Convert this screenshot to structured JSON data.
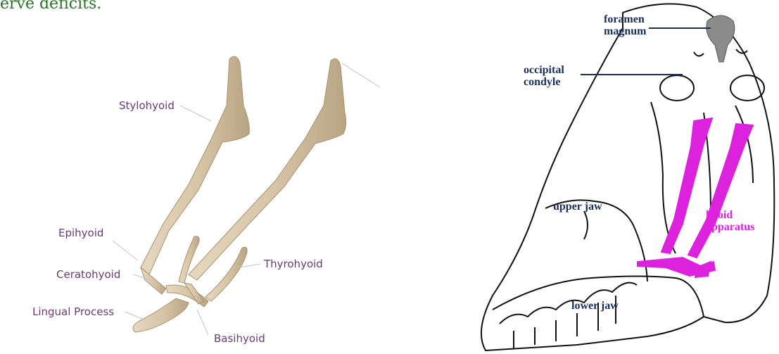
{
  "caption": "erve deficits.",
  "left_diagram": {
    "labels": {
      "stylohyoid": "Stylohyoid",
      "epihyoid": "Epihyoid",
      "ceratohyoid": "Ceratohyoid",
      "thyrohyoid": "Thyrohyoid",
      "lingual_process": "Lingual Process",
      "basihyoid": "Basihyoid"
    },
    "colors": {
      "bone": "#d6c4a6",
      "bone_shadow": "#b9a482",
      "label": "#6a3a74"
    }
  },
  "right_diagram": {
    "labels": {
      "foramen_magnum_line1": "foramen",
      "foramen_magnum_line2": "magnum",
      "occipital_condyle_line1": "occipital",
      "occipital_condyle_line2": "condyle",
      "upper_jaw": "upper jaw",
      "lower_jaw": "lower jaw",
      "hyoid_apparatus_line1": "hyoid",
      "hyoid_apparatus_line2": "apparatus"
    },
    "colors": {
      "label": "#1a2e5a",
      "hyoid": "#dd22dd",
      "foramen": "#8c8c8c",
      "outline": "#111111"
    }
  }
}
